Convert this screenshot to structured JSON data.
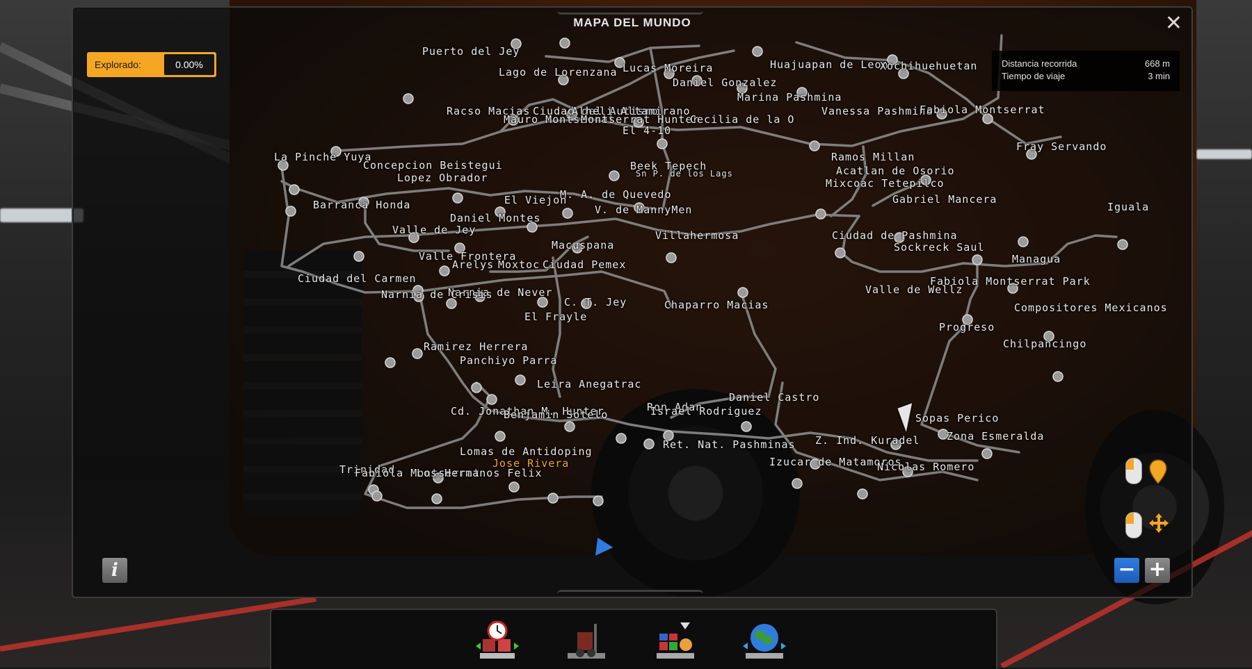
{
  "map": {
    "title": "MAPA DEL MUNDO",
    "explored": {
      "label": "Explorado:",
      "value": "0.00%"
    },
    "stats": {
      "distance_label": "Distancia recorrida",
      "distance_value": "668 m",
      "time_label": "Tiempo de viaje",
      "time_value": "3 min"
    },
    "info_glyph": "i",
    "zoom_out_glyph": "−",
    "zoom_in_glyph": "+",
    "close_glyph": "✕",
    "hint_icons": [
      "mouse-left-pin-icon",
      "mouse-left-move-icon"
    ],
    "cities": [
      {
        "name": "Puerto del Jey"
      },
      {
        "name": "Lago de Lorenzana"
      },
      {
        "name": "Lucas Moreira"
      },
      {
        "name": "Huajuapan de Leon"
      },
      {
        "name": "Xochihuehuetan"
      },
      {
        "name": "Daniel Gonzalez"
      },
      {
        "name": "Marina Pashmina"
      },
      {
        "name": "Racso Macias"
      },
      {
        "name": "Ciudad del Autismo"
      },
      {
        "name": "Alheli Altamirano"
      },
      {
        "name": "Mauro Montserrat"
      },
      {
        "name": "Montserrat Hunter"
      },
      {
        "name": "Cecilia de la O"
      },
      {
        "name": "Vanessa Pashmina"
      },
      {
        "name": "Fabiola Montserrat"
      },
      {
        "name": "El 4-10"
      },
      {
        "name": "Fray Servando"
      },
      {
        "name": "La Pinche Yuya"
      },
      {
        "name": "Ramos Millan"
      },
      {
        "name": "Concepcion Beistegui"
      },
      {
        "name": "Beek Tepech"
      },
      {
        "name": "Sn P. de los Lags"
      },
      {
        "name": "Acatlan de Osorio"
      },
      {
        "name": "Lopez Obrador"
      },
      {
        "name": "Mixcoac Tetepilco"
      },
      {
        "name": "M. A. de Quevedo"
      },
      {
        "name": "El Viejon"
      },
      {
        "name": "Gabriel Mancera"
      },
      {
        "name": "Barranca Honda"
      },
      {
        "name": "V. de MannyMen"
      },
      {
        "name": "Iguala"
      },
      {
        "name": "Daniel Montes"
      },
      {
        "name": "Valle de Jey"
      },
      {
        "name": "Villahermosa"
      },
      {
        "name": "Ciudad de Pashmina"
      },
      {
        "name": "Macuspana"
      },
      {
        "name": "Sockreck Saul"
      },
      {
        "name": "Valle Frontera"
      },
      {
        "name": "Managua"
      },
      {
        "name": "Arelys"
      },
      {
        "name": "Moxtoc"
      },
      {
        "name": "Ciudad Pemex"
      },
      {
        "name": "Ciudad del Carmen"
      },
      {
        "name": "Fabiola Montserrat Park"
      },
      {
        "name": "Valle de Wellz"
      },
      {
        "name": "Narnia de Never"
      },
      {
        "name": "Narnia de Crisis"
      },
      {
        "name": "C. T. Jey"
      },
      {
        "name": "Chaparro Macias"
      },
      {
        "name": "Compositores Mexicanos"
      },
      {
        "name": "El Frayle"
      },
      {
        "name": "Progreso"
      },
      {
        "name": "Chilpancingo"
      },
      {
        "name": "Ramirez Herrera"
      },
      {
        "name": "Panchiyo Parra"
      },
      {
        "name": "Leira Anegatrac"
      },
      {
        "name": "Daniel Castro"
      },
      {
        "name": "Cd. Jonathan M. Hunter"
      },
      {
        "name": "Ron Adan"
      },
      {
        "name": "Israel Rodriguez"
      },
      {
        "name": "Benjamin Sotelo"
      },
      {
        "name": "Sopas Perico"
      },
      {
        "name": "Zona Esmeralda"
      },
      {
        "name": "Z. Ind. Kuradel"
      },
      {
        "name": "Ret. Nat. Pashminas"
      },
      {
        "name": "Lomas de Antidoping"
      },
      {
        "name": "Jose Rivera"
      },
      {
        "name": "Izucar de Matamoros"
      },
      {
        "name": "Nicolas Romero"
      },
      {
        "name": "Trinidad"
      },
      {
        "name": "Fabiola Montserrat"
      },
      {
        "name": "Los Hermanos Felix"
      }
    ]
  },
  "toolbar": {
    "tools": [
      {
        "name": "delivery-timer-icon"
      },
      {
        "name": "forklift-icon"
      },
      {
        "name": "cargo-market-icon"
      },
      {
        "name": "world-map-icon"
      }
    ]
  },
  "colors": {
    "accent": "#f5a623",
    "zoom_active": "#2f7ce0",
    "road": "#8a8a8a",
    "city_text": "#e9e9e9"
  }
}
